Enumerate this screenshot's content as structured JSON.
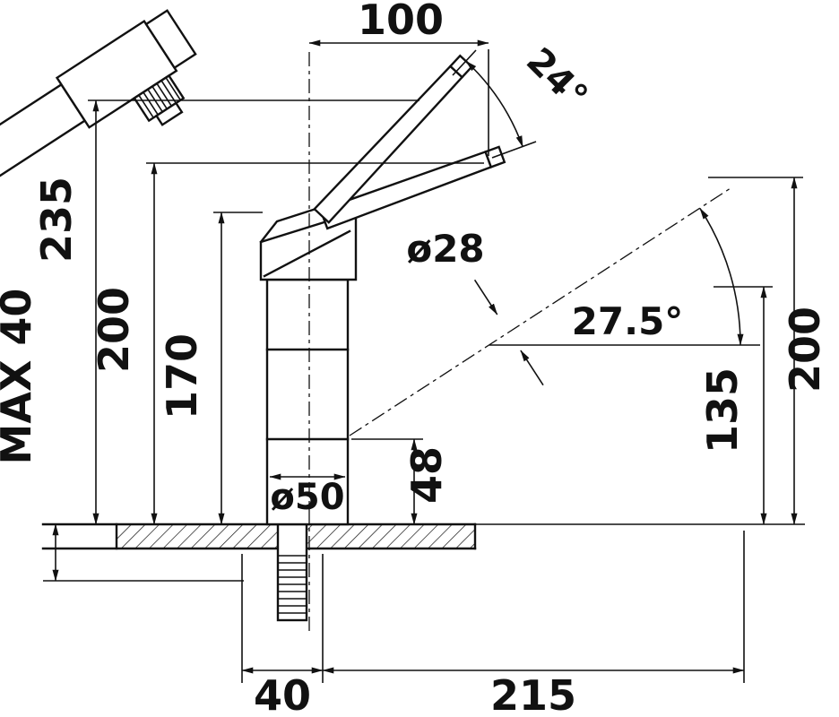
{
  "diagram": {
    "type": "technical-drawing",
    "subject": "kitchen mixer tap with pull-out spray - installation dimensions",
    "units": "mm",
    "colors": {
      "line": "#111111",
      "background": "#ffffff"
    },
    "labels": {
      "top_width": "100",
      "handle_swing_angle": "24°",
      "height_handle_raised": "235",
      "height_handle": "200",
      "height_body": "170",
      "max_countertop_thickness": "MAX 40",
      "spout_diameter": "ø28",
      "spout_angle": "27.5°",
      "height_spray_head": "200",
      "height_aerator": "135",
      "base_section_height": "48",
      "base_diameter": "ø50",
      "mounting_hole_width": "40",
      "spout_reach": "215"
    }
  }
}
